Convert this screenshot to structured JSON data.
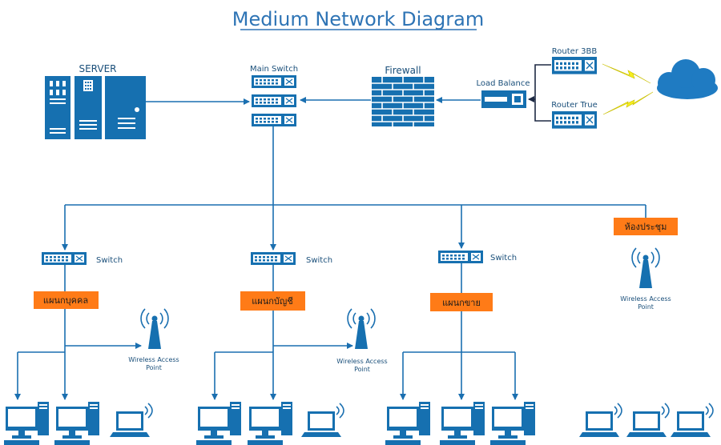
{
  "title": "Medium Network Diagram",
  "server": {
    "label": "SERVER"
  },
  "main_switch": {
    "label": "Main Switch"
  },
  "firewall": {
    "label": "Firewall"
  },
  "load_balance": {
    "label": "Load Balance"
  },
  "router_3bb": {
    "label": "Router 3BB"
  },
  "router_true": {
    "label": "Router True"
  },
  "branches": [
    {
      "switch_label": "Switch",
      "department": "แผนกบุคคล",
      "ap_label_1": "Wireless Access",
      "ap_label_2": "Point"
    },
    {
      "switch_label": "Switch",
      "department": "แผนกบัญชี",
      "ap_label_1": "Wireless Access",
      "ap_label_2": "Point"
    },
    {
      "switch_label": "Switch",
      "department": "แผนกขาย"
    },
    {
      "department": "ห้องประชุม",
      "ap_label_1": "Wireless Access",
      "ap_label_2": "Point"
    }
  ],
  "colors": {
    "device_blue": "#1670b0",
    "title_blue": "#2e74b5",
    "tag_orange": "#ff7b17",
    "cloud_blue": "#1f7bc2",
    "lightning_yellow": "#f6ee1b"
  },
  "icons": [
    "server-icon",
    "switch-icon",
    "firewall-icon",
    "load-balancer-icon",
    "router-icon",
    "cloud-icon",
    "lightning-icon",
    "wireless-ap-icon",
    "desktop-computer-icon",
    "laptop-icon"
  ]
}
